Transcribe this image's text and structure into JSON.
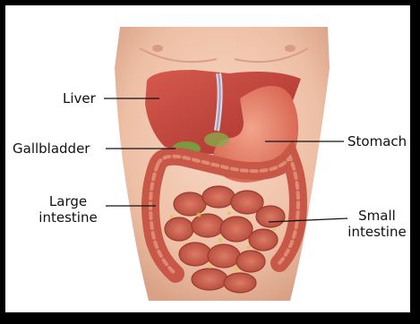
{
  "figure": {
    "labels": {
      "liver": "Liver",
      "gallbladder": "Gallbladder",
      "large_intestine_line1": "Large",
      "large_intestine_line2": "intestine",
      "stomach": "Stomach",
      "small_intestine_line1": "Small",
      "small_intestine_line2": "intestine"
    },
    "colors": {
      "frame": "#000000",
      "background": "#ffffff",
      "skin": "#f0c8b0",
      "liver": "#c8433d",
      "stomach": "#e47d67",
      "intestine": "#c95a4a",
      "bile": "#6f8f3a"
    }
  }
}
